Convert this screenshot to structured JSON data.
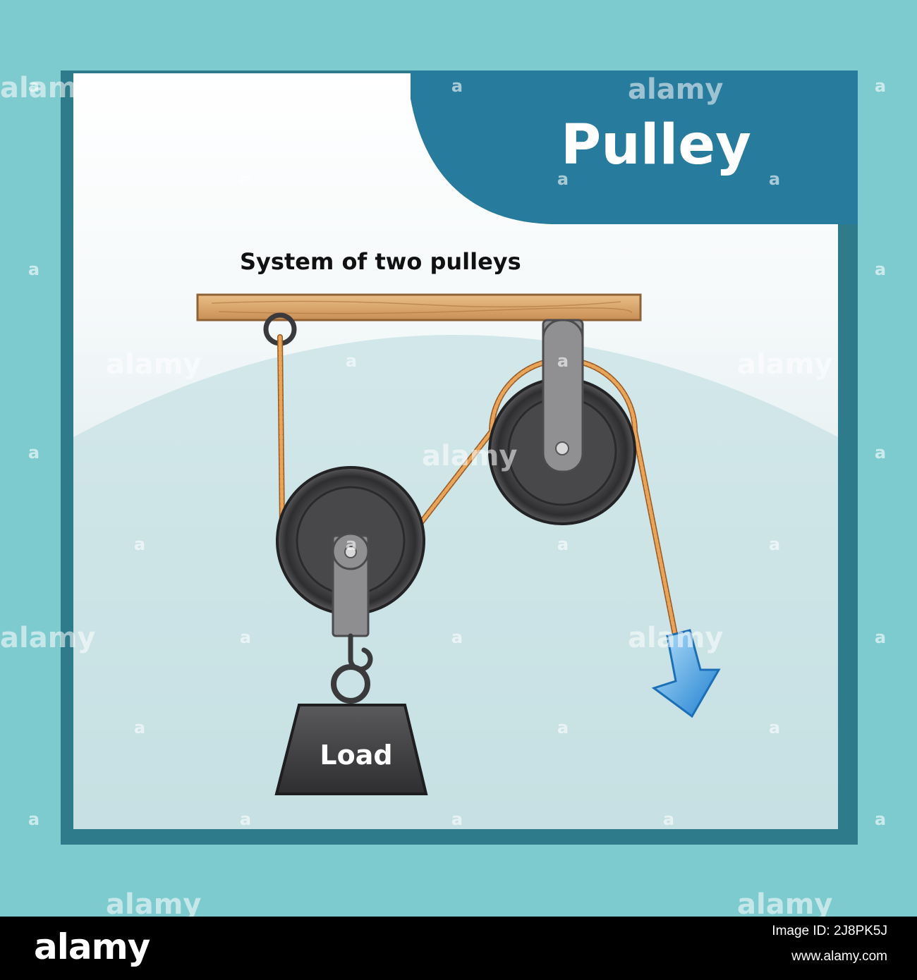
{
  "header": {
    "title": "Pulley"
  },
  "diagram": {
    "subtitle": "System of two pulleys",
    "load_label": "Load"
  },
  "watermark": {
    "text": "alamy",
    "small_mark": "a"
  },
  "footer": {
    "logo": "alamy",
    "image_id": "Image ID: 2J8PK5J",
    "url": "www.alamy.com"
  },
  "colors": {
    "background": "#7ecbcf",
    "frame": "#2c7a8a",
    "banner": "#277b9d",
    "panel_top": "#ffffff",
    "panel_bottom": "#c4dde0",
    "wood": "#d6a46c",
    "rope": "#e39a4a",
    "pulley_wheel": "#4a4a4c",
    "bracket": "#8d8d8f",
    "load": "#444446",
    "arrow": "#3f9fe0"
  }
}
